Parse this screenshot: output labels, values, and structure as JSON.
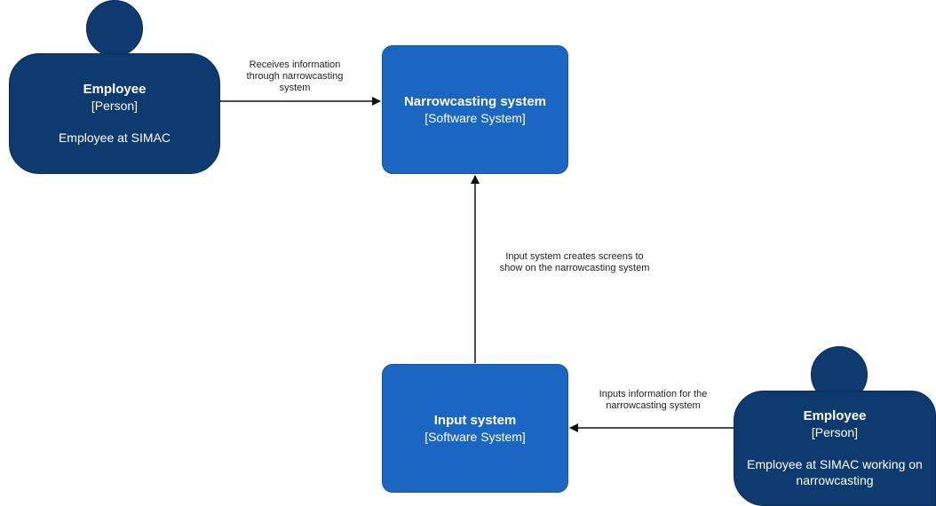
{
  "colors": {
    "person": "#0f3a70",
    "software_system": "#1a66c2",
    "edge": "#111111"
  },
  "people": [
    {
      "name": "Employee",
      "type": "[Person]",
      "description": "Employee at SIMAC"
    },
    {
      "name": "Employee",
      "type": "[Person]",
      "description": "Employee at SIMAC working on narrowcasting"
    }
  ],
  "systems": [
    {
      "name": "Narrowcasting system",
      "type": "[Software System]"
    },
    {
      "name": "Input system",
      "type": "[Software System]"
    }
  ],
  "relationships": [
    {
      "label": "Receives information through narrowcasting system"
    },
    {
      "label": "Input system creates screens to show on the narrowcasting system"
    },
    {
      "label": "Inputs information for the narrowcasting system"
    }
  ]
}
